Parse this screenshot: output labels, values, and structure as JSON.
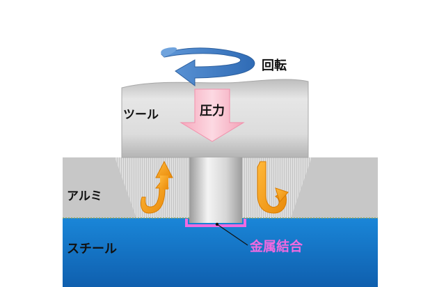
{
  "labels": {
    "rotation": "回転",
    "tool": "ツール",
    "pressure": "圧力",
    "aluminum": "アルミ",
    "steel": "スチール",
    "metal_bond": "金属結合"
  },
  "colors": {
    "steel": "#1b7fd0",
    "aluminum": "#c9c9c9",
    "tool": "#d8d8d8",
    "pressure_arrow": "#f7b9c9",
    "flow_arrow": "#f59a18",
    "rotation_arrow": "#3b78c4",
    "bond": "#f06ae0"
  },
  "icons": {
    "rotation": "curved-rotation-arrow",
    "pressure": "down-arrow",
    "flow": "curved-flow-arrow"
  }
}
